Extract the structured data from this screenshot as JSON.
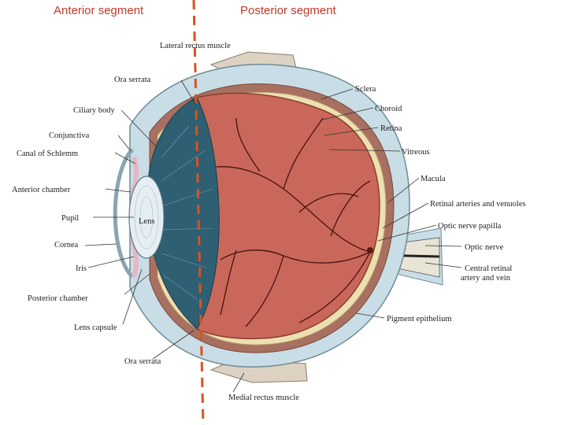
{
  "segments": {
    "anterior": "Anterior segment",
    "posterior": "Posterior segment"
  },
  "labels": {
    "lateral_rectus": "Lateral rectus muscle",
    "ora_serrata_top": "Ora serrata",
    "ciliary_body": "Ciliary body",
    "conjunctiva": "Conjunctiva",
    "canal_schlemm": "Canal of Schlemm",
    "anterior_chamber": "Anterior chamber",
    "pupil": "Pupil",
    "cornea": "Cornea",
    "iris": "Iris",
    "posterior_chamber": "Posterior chamber",
    "lens_capsule": "Lens capsule",
    "ora_serrata_bottom": "Ora serrata",
    "lens": "Lens",
    "sclera": "Sclera",
    "choroid": "Choroid",
    "retina": "Retina",
    "vitreous": "Vitreous",
    "macula": "Macula",
    "retinal_arteries": "Retinal arteries and venuoles",
    "optic_papilla": "Optic nerve papilla",
    "optic_nerve": "Optic nerve",
    "central_retinal_1": "Central retinal",
    "central_retinal_2": "artery and vein",
    "pigment_epithelium": "Pigment epithelium",
    "medial_rectus": "Medial rectus muscle"
  },
  "colors": {
    "divider": "#d9531e",
    "segment_title": "#c0392b",
    "vitreous": "#c9685a",
    "vessels": "#4a1010",
    "ciliary": "#2f5f72",
    "sclera": "#c9dde6",
    "retina": "#ede0b0",
    "choroid": "#a87060"
  }
}
